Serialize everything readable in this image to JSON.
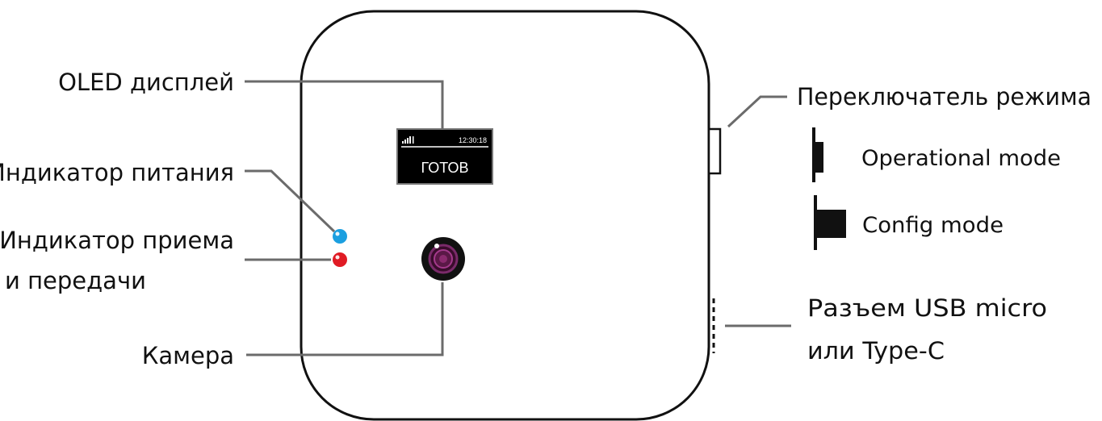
{
  "labels": {
    "oled": "OLED дисплей",
    "power": "Индикатор питания",
    "rxtx_line1": "Индикатор приема",
    "rxtx_line2": "и передачи",
    "camera": "Камера",
    "mode_switch": "Переключатель  режима",
    "operational": "Operational mode",
    "config": "Config mode",
    "usb_line1": "Разъем USB micro",
    "usb_line2": "или Type-C"
  },
  "oled": {
    "time": "12:30:18",
    "status": "ГОТОВ"
  },
  "colors": {
    "power_led": "#1b9fe0",
    "rxtx_led": "#e01b24",
    "leader": "#6b6b6b",
    "outline": "#111111",
    "camera_ring": "#7a2a6a"
  },
  "icons": {
    "signal": "signal-bars-icon",
    "operational": "switch-operational-icon",
    "config": "switch-config-icon"
  }
}
